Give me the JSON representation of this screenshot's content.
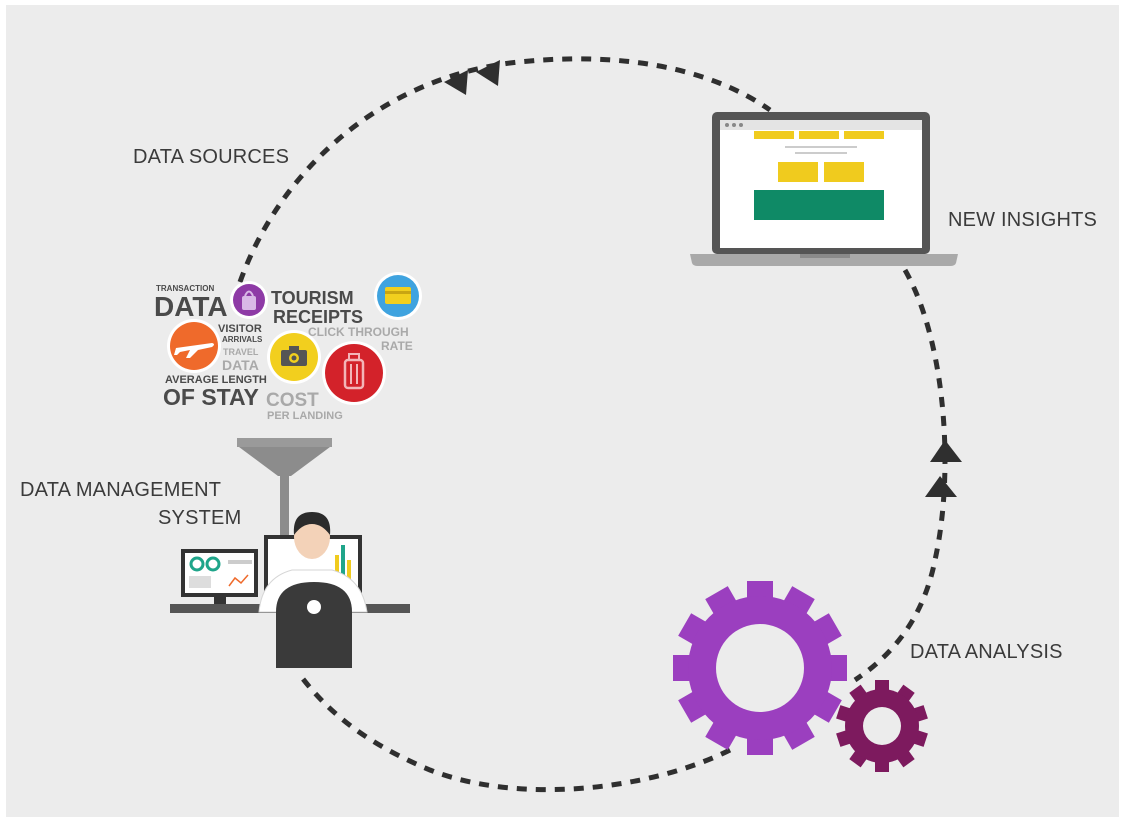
{
  "labels": {
    "data_sources": "DATA SOURCES",
    "new_insights": "NEW INSIGHTS",
    "data_management_line1": "DATA MANAGEMENT",
    "data_management_line2": "SYSTEM",
    "data_analysis": "DATA ANALYSIS"
  },
  "word_cloud": {
    "transaction": "TRANSACTION",
    "data": "DATA",
    "tourism": "TOURISM",
    "receipts": "RECEIPTS",
    "click_through": "CLICK THROUGH",
    "rate": "RATE",
    "visitor": "VISITOR",
    "arrivals": "ARRIVALS",
    "travel": "TRAVEL",
    "travel_data": "DATA",
    "average_length": "AVERAGE LENGTH",
    "of_stay": "OF STAY",
    "cost": "COST",
    "per_landing": "PER LANDING"
  },
  "icons": {
    "shopping_bag": "shopping-bag-icon",
    "credit_card": "credit-card-icon",
    "airplane": "airplane-icon",
    "camera": "camera-icon",
    "suitcase": "suitcase-icon",
    "laptop": "laptop-icon",
    "person": "person-at-desk-icon",
    "funnel": "funnel-icon",
    "gear_large": "large-gear-icon",
    "gear_small": "small-gear-icon"
  },
  "colors": {
    "background": "#ececec",
    "cycle_line": "#2f2f2f",
    "purple_gear": "#9b3fbf",
    "maroon_gear": "#7d1a5e",
    "screen_yellow": "#f0cb1e",
    "screen_green": "#0f8a66",
    "orange_icon": "#ef6a2b",
    "red_icon": "#d3222a",
    "blue_icon": "#3fa3df",
    "yellow_icon": "#f2cf1e",
    "purple_icon": "#8e3aa6"
  }
}
